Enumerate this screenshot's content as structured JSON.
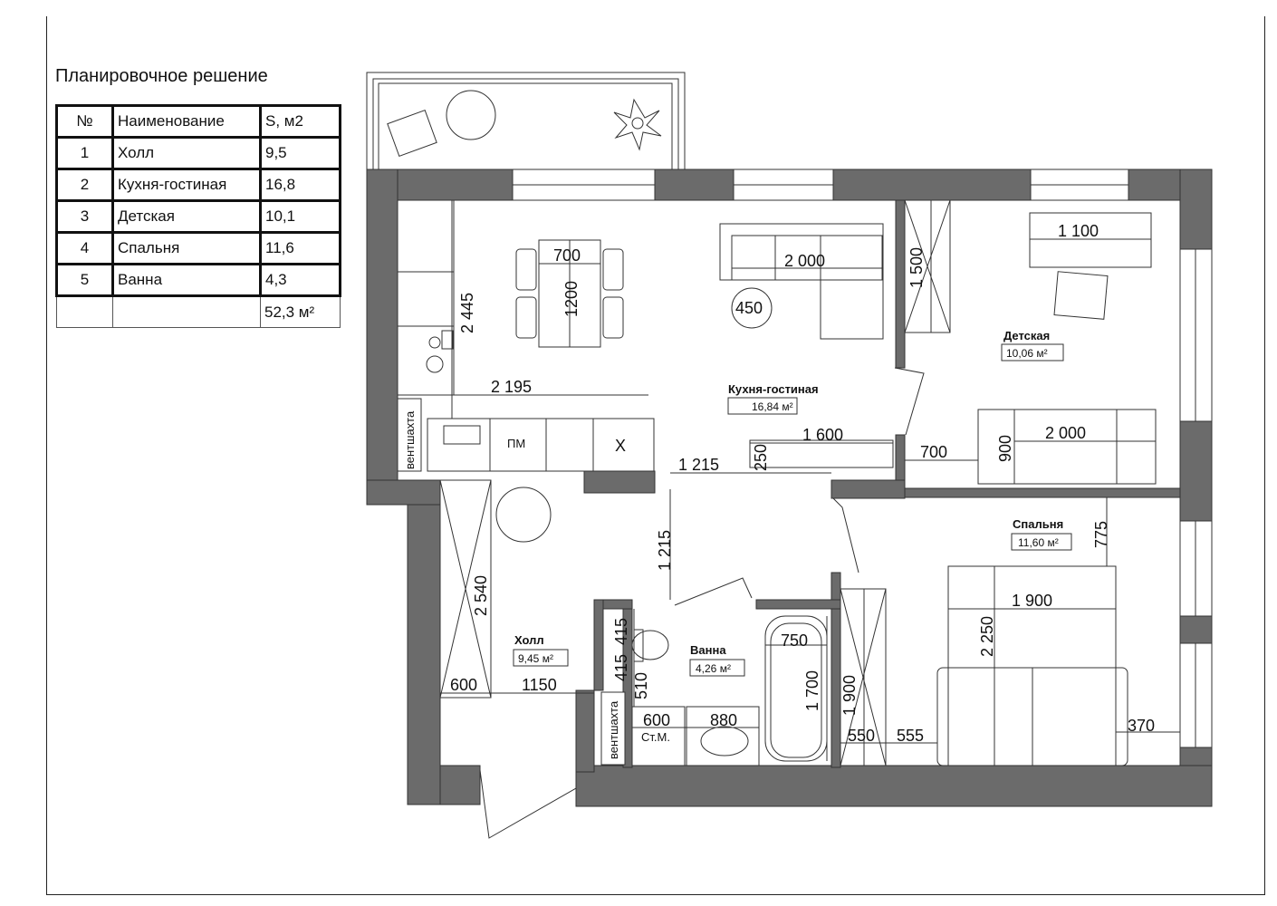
{
  "title": "Планировочное решение",
  "table": {
    "headers": [
      "№",
      "Наименование",
      "S, м2"
    ],
    "rows": [
      {
        "num": "1",
        "name": "Холл",
        "area": "9,5"
      },
      {
        "num": "2",
        "name": "Кухня-гостиная",
        "area": "16,8"
      },
      {
        "num": "3",
        "name": "Детская",
        "area": "10,1"
      },
      {
        "num": "4",
        "name": "Спальня",
        "area": "11,6"
      },
      {
        "num": "5",
        "name": "Ванна",
        "area": "4,3"
      }
    ],
    "total": "52,3 м²"
  },
  "rooms": {
    "kitchen": {
      "name": "Кухня-гостиная",
      "area": "16,84 м²"
    },
    "kids": {
      "name": "Детская",
      "area": "10,06 м²"
    },
    "bedroom": {
      "name": "Спальня",
      "area": "11,60 м²"
    },
    "hall": {
      "name": "Холл",
      "area": "9,45 м²"
    },
    "bath": {
      "name": "Ванна",
      "area": "4,26 м²"
    }
  },
  "labels": {
    "vent_top": "вентшахта",
    "vent_bottom": "вентшахта",
    "wm": "Ст.М.",
    "fridge": "Х",
    "cooktop": "ПМ"
  },
  "dimensions": {
    "table_w": "700",
    "table_h": "1200",
    "sofa": "2 000",
    "coffee_table": "450",
    "kitchen_depth": "2 445",
    "kitchen_width": "2 195",
    "wardrobe": "1 500",
    "desk": "1 100",
    "kids_bed_w": "2 000",
    "kids_bed_h": "900",
    "kids_door": "700",
    "tv_stand": "1 600",
    "tv_depth": "250",
    "passage": "1 215",
    "hall_v": "1 215",
    "hall_len": "2 540",
    "hall_600": "600",
    "hall_1150": "1150",
    "bed_gap": "775",
    "bed_w": "1 900",
    "bed_l": "2 250",
    "bedside": "370",
    "bath_w": "750",
    "bath_l": "1 700",
    "toilet_a": "415",
    "toilet_b": "415",
    "toilet_c": "510",
    "wm_w": "600",
    "sink_w": "880",
    "closet_l": "1 900",
    "closet_a": "550",
    "closet_b": "555"
  }
}
